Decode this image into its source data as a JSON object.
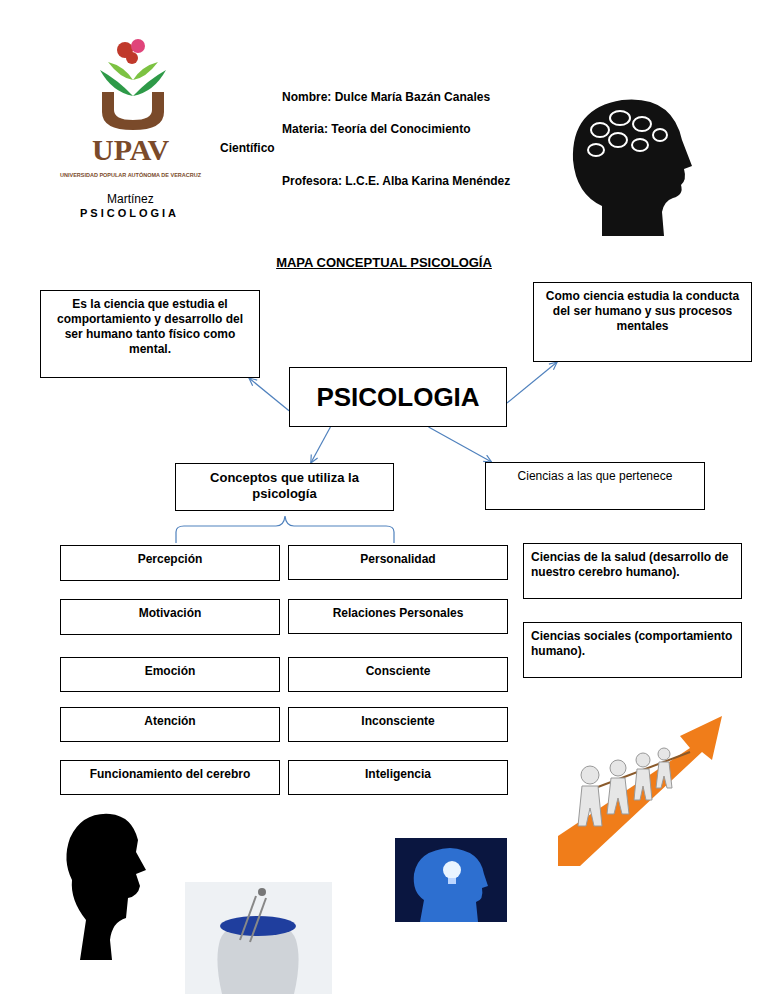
{
  "diagram": {
    "title": "MAPA CONCEPTUAL PSICOLOGÍA",
    "nodes": [
      {
        "text": [
          "Es la ciencia que estudia el comportamiento y desarrollo del ser humano tanto físico como mental."
        ]
      },
      {
        "text": [
          "Como ciencia estudia la conducta del ser humano y sus procesos mentales"
        ]
      },
      {
        "text": [
          "PSICOLOGIA"
        ]
      },
      {
        "text": [
          "Conceptos que utiliza la psicología"
        ]
      },
      {
        "text": [
          "Ciencias a las que pertenece"
        ]
      },
      {
        "text": [
          "Percepción"
        ]
      },
      {
        "text": [
          "Personalidad"
        ]
      },
      {
        "text": [
          "Ciencias de la salud (desarrollo de nuestro cerebro humano)."
        ]
      },
      {
        "text": [
          "Motivación"
        ]
      },
      {
        "text": [
          "Relaciones Personales"
        ]
      },
      {
        "text": [
          "Ciencias sociales (comportamiento humano)."
        ]
      },
      {
        "text": [
          "Emoción"
        ]
      },
      {
        "text": [
          "Consciente"
        ]
      },
      {
        "text": [
          "Atención"
        ]
      },
      {
        "text": [
          "Inconsciente"
        ]
      },
      {
        "text": [
          "Funcionamiento del cerebro"
        ]
      },
      {
        "text": [
          "Inteligencia"
        ]
      }
    ],
    "edges": [
      {
        "from": 2,
        "to": 0,
        "arrow": "to"
      },
      {
        "from": 2,
        "to": 1,
        "arrow": "to"
      },
      {
        "from": 2,
        "to": 3,
        "arrow": "to"
      },
      {
        "from": 2,
        "to": 4,
        "arrow": "to"
      }
    ],
    "labels": [
      "UPAV",
      "UNIVERSIDAD POPULAR AUTÓNOMA DE VERACRUZ",
      "Nombre: Dulce María Bazán Canales",
      "Materia: Teoría del Conocimiento",
      "Científico",
      "Profesora: L.C.E. Alba Karina Menéndez",
      "Martínez",
      "PSICOLOGIA"
    ]
  }
}
